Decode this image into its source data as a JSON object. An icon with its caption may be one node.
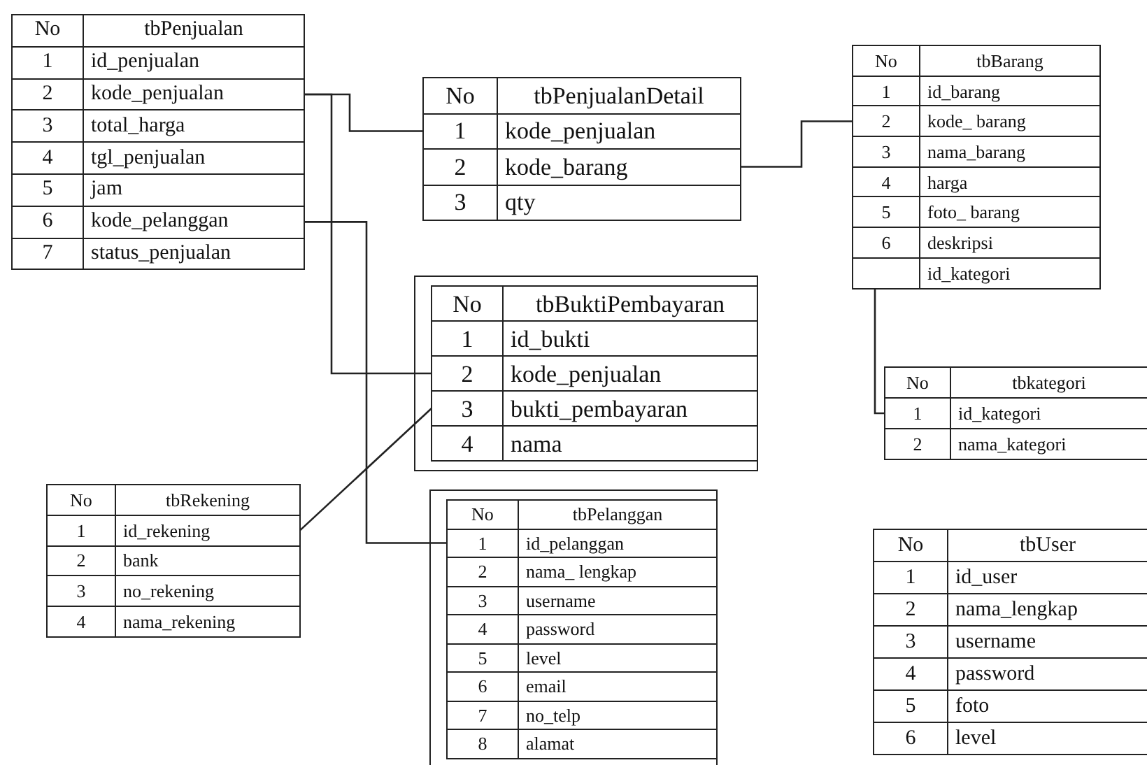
{
  "diagram": {
    "nodes": [
      {
        "text": [],
        "shape": "box"
      },
      {
        "text": [
          "No",
          "tbPenjualan"
        ],
        "in": 0
      },
      {
        "text": [
          "1",
          "id_penjualan"
        ],
        "in": 0
      },
      {
        "text": [
          "2",
          "kode_penjualan"
        ],
        "in": 0
      },
      {
        "text": [
          "3",
          "total_harga"
        ],
        "in": 0
      },
      {
        "text": [
          "4",
          "tgl_penjualan"
        ],
        "in": 0
      },
      {
        "text": [
          "5",
          "jam"
        ],
        "in": 0
      },
      {
        "text": [
          "6",
          "kode_pelanggan"
        ],
        "in": 0
      },
      {
        "text": [
          "7",
          "status_penjualan"
        ],
        "in": 0
      },
      {
        "text": [],
        "shape": "box"
      },
      {
        "text": [
          "No",
          "tbPenjualanDetail"
        ],
        "in": 9
      },
      {
        "text": [
          "1",
          "kode_penjualan"
        ],
        "in": 9
      },
      {
        "text": [
          "2",
          "kode_barang"
        ],
        "in": 9
      },
      {
        "text": [
          "3",
          "qty"
        ],
        "in": 9
      },
      {
        "text": [],
        "shape": "box"
      },
      {
        "text": [
          "No",
          "tbBarang"
        ],
        "in": 14
      },
      {
        "text": [
          "1",
          "id_barang"
        ],
        "in": 14
      },
      {
        "text": [
          "2",
          "kode_ barang"
        ],
        "in": 14
      },
      {
        "text": [
          "3",
          "nama_barang"
        ],
        "in": 14
      },
      {
        "text": [
          "4",
          "harga"
        ],
        "in": 14
      },
      {
        "text": [
          "5",
          "foto_ barang"
        ],
        "in": 14
      },
      {
        "text": [
          "6",
          "deskripsi"
        ],
        "in": 14
      },
      {
        "text": [
          "id_kategori"
        ],
        "in": 14
      },
      {
        "text": [],
        "shape": "box"
      },
      {
        "text": [
          "No",
          "tbBuktiPembayaran"
        ],
        "in": 23
      },
      {
        "text": [
          "1",
          "id_bukti"
        ],
        "in": 23
      },
      {
        "text": [
          "2",
          "kode_penjualan"
        ],
        "in": 23
      },
      {
        "text": [
          "3",
          "bukti_pembayaran"
        ],
        "in": 23
      },
      {
        "text": [
          "4",
          "nama"
        ],
        "in": 23
      },
      {
        "text": [],
        "shape": "box"
      },
      {
        "text": [
          "No",
          "tbkategori"
        ],
        "in": 29
      },
      {
        "text": [
          "1",
          "id_kategori"
        ],
        "in": 29
      },
      {
        "text": [
          "2",
          "nama_kategori"
        ],
        "in": 29
      },
      {
        "text": [],
        "shape": "box"
      },
      {
        "text": [
          "No",
          "tbRekening"
        ],
        "in": 33
      },
      {
        "text": [
          "1",
          "id_rekening"
        ],
        "in": 33
      },
      {
        "text": [
          "2",
          "bank"
        ],
        "in": 33
      },
      {
        "text": [
          "3",
          "no_rekening"
        ],
        "in": 33
      },
      {
        "text": [
          "4",
          "nama_rekening"
        ],
        "in": 33
      },
      {
        "text": [],
        "shape": "box"
      },
      {
        "text": [
          "No",
          "tbPelanggan"
        ],
        "in": 39
      },
      {
        "text": [
          "1",
          "id_pelanggan"
        ],
        "in": 39
      },
      {
        "text": [
          "2",
          "nama_ lengkap"
        ],
        "in": 39
      },
      {
        "text": [
          "3",
          "username"
        ],
        "in": 39
      },
      {
        "text": [
          "4",
          "password"
        ],
        "in": 39
      },
      {
        "text": [
          "5",
          "level"
        ],
        "in": 39
      },
      {
        "text": [
          "6",
          "email"
        ],
        "in": 39
      },
      {
        "text": [
          "7",
          "no_telp"
        ],
        "in": 39
      },
      {
        "text": [
          "8",
          "alamat"
        ],
        "in": 39
      },
      {
        "text": [],
        "shape": "box"
      },
      {
        "text": [
          "No",
          "tbUser"
        ],
        "in": 49
      },
      {
        "text": [
          "1",
          "id_user"
        ],
        "in": 49
      },
      {
        "text": [
          "2",
          "nama_lengkap"
        ],
        "in": 49
      },
      {
        "text": [
          "3",
          "username"
        ],
        "in": 49
      },
      {
        "text": [
          "4",
          "password"
        ],
        "in": 49
      },
      {
        "text": [
          "5",
          "foto"
        ],
        "in": 49
      },
      {
        "text": [
          "6",
          "level"
        ],
        "in": 49
      }
    ],
    "edges": [
      {
        "from": 3,
        "to": 11,
        "arrow": "none"
      },
      {
        "from": 3,
        "to": 26,
        "arrow": "none"
      },
      {
        "from": 7,
        "to": 41,
        "arrow": "none"
      },
      {
        "from": 12,
        "to": 17,
        "arrow": "none"
      },
      {
        "from": 22,
        "to": 31,
        "arrow": "none"
      },
      {
        "from": 35,
        "to": 27,
        "arrow": "none"
      }
    ]
  }
}
